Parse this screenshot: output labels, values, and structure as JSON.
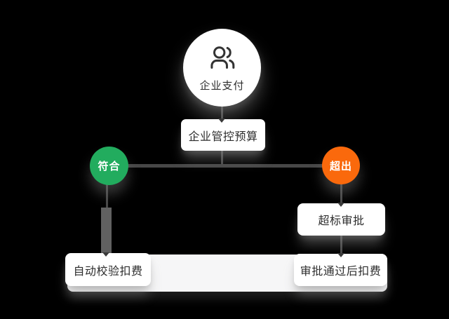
{
  "colors": {
    "canvas_bg": "#000000",
    "green": "#22ac5e",
    "orange": "#fa690c",
    "line": "#474747",
    "line_thick": "#616161",
    "band_bg": "#f6f6f7",
    "node_bg": "#ffffff",
    "text": "#2d2d2d"
  },
  "flow": {
    "root": {
      "label": "企业支付",
      "icon": "team-icon"
    },
    "budget": {
      "label": "企业管控预算"
    },
    "left_branch": {
      "condition": "符合",
      "step1": "自动校验扣费"
    },
    "right_branch": {
      "condition": "超出",
      "step1": "超标审批",
      "step2": "审批通过后扣费"
    }
  }
}
